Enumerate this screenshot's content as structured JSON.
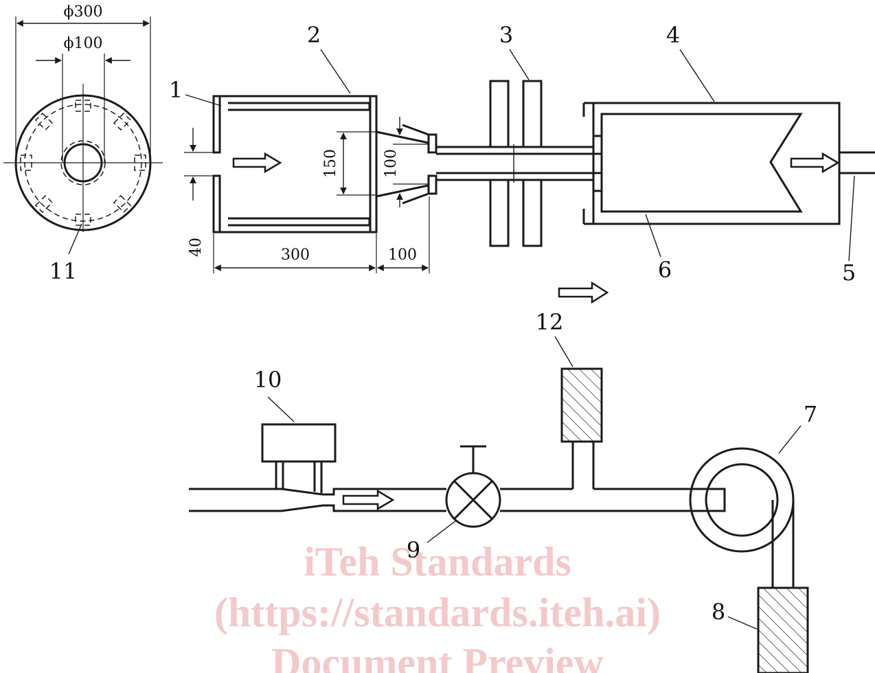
{
  "labels": {
    "l1": "1",
    "l2": "2",
    "l3": "3",
    "l4": "4",
    "l5": "5",
    "l6": "6",
    "l7": "7",
    "l8": "8",
    "l9": "9",
    "l10": "10",
    "l11": "11",
    "l12": "12"
  },
  "dimensions": {
    "outer_diameter": "ϕ300",
    "inner_diameter": "ϕ100",
    "inlet_gap": "40",
    "length_main": "300",
    "length_cone": "100",
    "cone_outer": "150",
    "cone_inner": "100"
  },
  "watermark": {
    "line1": "iTeh Standards",
    "line2": "(https://standards.iteh.ai)",
    "line3": "Document Preview"
  }
}
